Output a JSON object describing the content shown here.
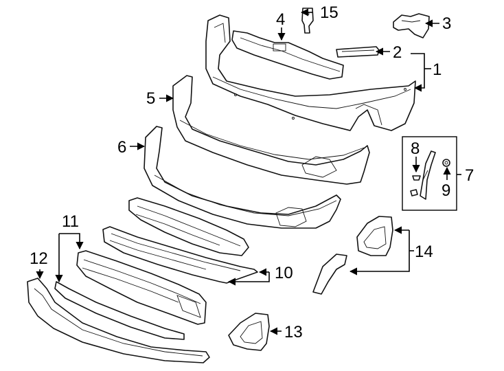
{
  "diagram": {
    "callouts": [
      {
        "id": "c1",
        "label": "1"
      },
      {
        "id": "c2",
        "label": "2"
      },
      {
        "id": "c3",
        "label": "3"
      },
      {
        "id": "c4",
        "label": "4"
      },
      {
        "id": "c5",
        "label": "5"
      },
      {
        "id": "c6",
        "label": "6"
      },
      {
        "id": "c7",
        "label": "7"
      },
      {
        "id": "c8",
        "label": "8"
      },
      {
        "id": "c9",
        "label": "9"
      },
      {
        "id": "c10",
        "label": "10"
      },
      {
        "id": "c11",
        "label": "11"
      },
      {
        "id": "c12",
        "label": "12"
      },
      {
        "id": "c13",
        "label": "13"
      },
      {
        "id": "c14",
        "label": "14"
      },
      {
        "id": "c15",
        "label": "15"
      }
    ],
    "colors": {
      "line": "#111111",
      "background": "#ffffff"
    }
  }
}
